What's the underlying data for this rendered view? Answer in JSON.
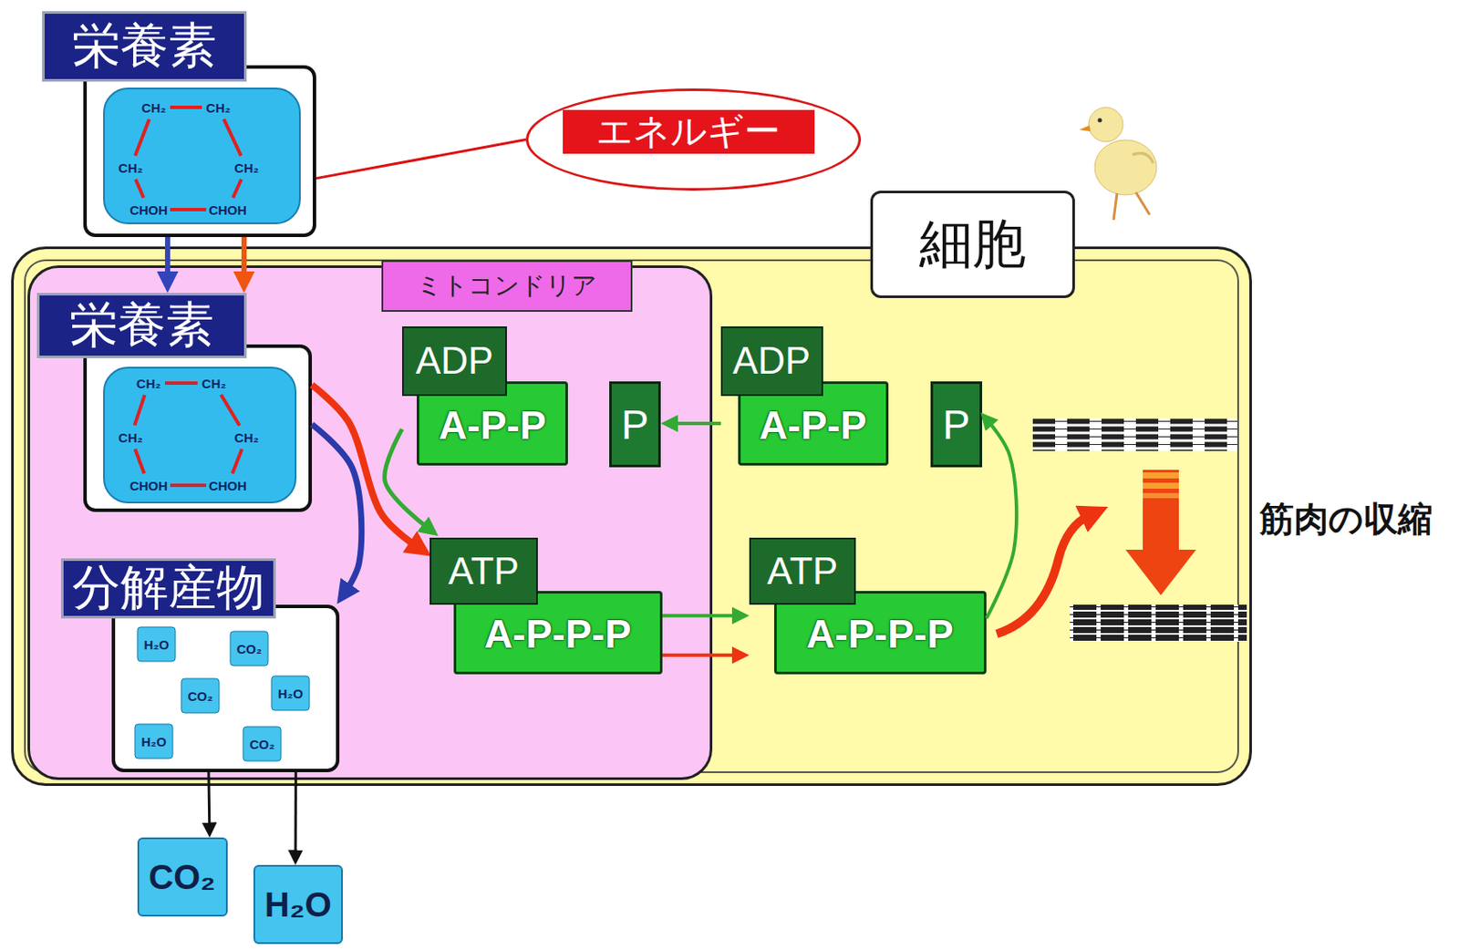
{
  "diagram": {
    "nodes": [
      {
        "text": [
          "栄養素",
          "CH₂",
          "CH₂",
          "CH₂",
          "CH₂",
          "CHOH",
          "CHOH"
        ]
      },
      {
        "text": [
          "エネルギー"
        ]
      },
      {
        "text": [
          "細胞"
        ]
      },
      {
        "text": [
          "ミトコンドリア"
        ],
        "in": 2
      },
      {
        "text": [
          "栄養素",
          "CH₂",
          "CH₂",
          "CH₂",
          "CH₂",
          "CHOH",
          "CHOH"
        ],
        "in": 3
      },
      {
        "text": [
          "ADP",
          "A-P-P"
        ],
        "in": 3
      },
      {
        "text": [
          "P"
        ],
        "in": 3
      },
      {
        "text": [
          "ADP",
          "A-P-P"
        ],
        "in": 2
      },
      {
        "text": [
          "P"
        ],
        "in": 2
      },
      {
        "text": [
          "ATP",
          "A-P-P-P"
        ],
        "in": 3
      },
      {
        "text": [
          "ATP",
          "A-P-P-P"
        ],
        "in": 2
      },
      {
        "text": [
          "分解産物",
          "H₂O",
          "CO₂",
          "CO₂",
          "H₂O",
          "H₂O",
          "CO₂"
        ],
        "in": 3
      },
      {
        "text": [
          "CO₂"
        ]
      },
      {
        "text": [
          "H₂O"
        ]
      }
    ],
    "edges": [
      {
        "from": 0,
        "to": 4,
        "arrow": "to"
      },
      {
        "from": 0,
        "to": 4,
        "arrow": "to"
      },
      {
        "from": 1,
        "to": 0,
        "arrow": "none"
      },
      {
        "from": 4,
        "to": 9,
        "arrow": "to"
      },
      {
        "from": 4,
        "to": 11,
        "arrow": "to"
      },
      {
        "from": 5,
        "to": 9,
        "arrow": "to"
      },
      {
        "from": 9,
        "to": 10,
        "arrow": "to"
      },
      {
        "from": 9,
        "to": 10,
        "arrow": "to"
      },
      {
        "from": 7,
        "to": 6,
        "arrow": "to"
      },
      {
        "from": 10,
        "to": 8,
        "arrow": "to"
      },
      {
        "from": 11,
        "to": 12,
        "arrow": "to"
      },
      {
        "from": 11,
        "to": 13,
        "arrow": "to"
      }
    ],
    "labels": [
      "筋肉の収縮"
    ]
  }
}
